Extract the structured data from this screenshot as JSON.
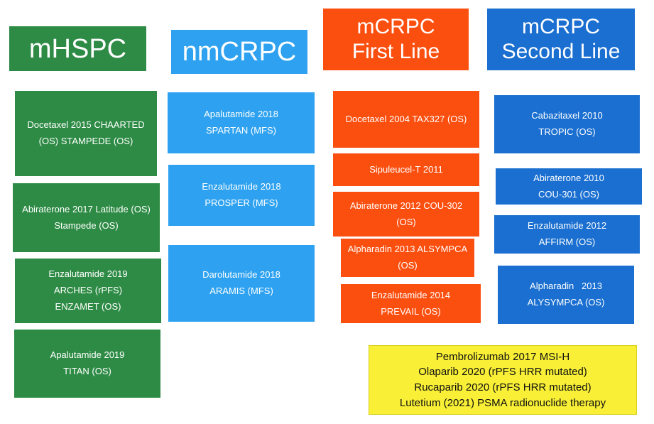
{
  "colors": {
    "mhspc": "#2e8b45",
    "nmcrpc": "#2ea2f0",
    "mcrpc_first": "#fb4f0f",
    "mcrpc_second": "#1a6fd0",
    "extra": "#f8ef36"
  },
  "columns": [
    {
      "header": [
        "mHSPC"
      ],
      "items": [
        [
          "Docetaxel 2015 CHAARTED",
          "(OS) STAMPEDE (OS)"
        ],
        [
          "Abiraterone 2017 Latitude (OS)",
          "Stampede (OS)"
        ],
        [
          "Enzalutamide 2019",
          "ARCHES (rPFS)",
          "ENZAMET (OS)"
        ],
        [
          "Apalutamide 2019",
          "TITAN (OS)"
        ]
      ]
    },
    {
      "header": [
        "nmCRPC"
      ],
      "items": [
        [
          "Apalutamide 2018",
          "SPARTAN (MFS)"
        ],
        [
          "Enzalutamide 2018",
          "PROSPER (MFS)"
        ],
        [
          "Darolutamide 2018",
          "ARAMIS (MFS)"
        ]
      ]
    },
    {
      "header": [
        "mCRPC",
        "First Line"
      ],
      "items": [
        [
          "Docetaxel 2004 TAX327 (OS)"
        ],
        [
          "Sipuleucel-T 2011"
        ],
        [
          "Abiraterone 2012 COU-302",
          "(OS)"
        ],
        [
          "Alpharadin 2013 ALSYMPCA",
          "(OS)"
        ],
        [
          "Enzalutamide 2014",
          "PREVAIL (OS)"
        ]
      ]
    },
    {
      "header": [
        "mCRPC",
        "Second Line"
      ],
      "items": [
        [
          "Cabazitaxel 2010",
          "TROPIC (OS)"
        ],
        [
          "Abiraterone 2010",
          "COU-301 (OS)"
        ],
        [
          "Enzalutamide 2012",
          "AFFIRM (OS)"
        ],
        [
          "Alpharadin   2013",
          "ALYSYMPCA (OS)"
        ]
      ]
    }
  ],
  "additional": [
    "Pembrolizumab 2017 MSI-H",
    "Olaparib 2020 (rPFS HRR mutated)",
    "Rucaparib 2020 (rPFS HRR mutated)",
    "Lutetium (2021) PSMA radionuclide therapy"
  ]
}
